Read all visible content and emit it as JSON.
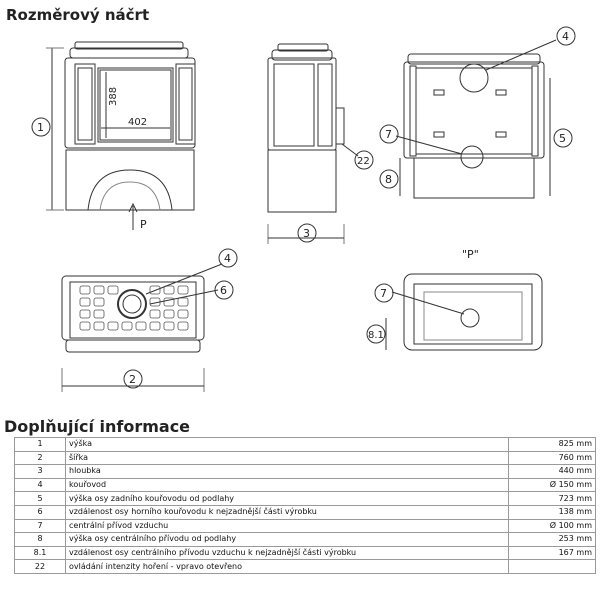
{
  "title": "Rozměrový náčrt",
  "subtitle": "Doplňující informace",
  "drawing": {
    "inner_height": "388",
    "inner_width": "402",
    "view_label_arrow": "P",
    "view_label_bottom": "\"P\"",
    "callouts": [
      "1",
      "2",
      "3",
      "4",
      "5",
      "6",
      "7",
      "8",
      "8.1",
      "22"
    ]
  },
  "rows": [
    {
      "num": "1",
      "label": "výška",
      "value": "825 mm"
    },
    {
      "num": "2",
      "label": "šířka",
      "value": "760 mm"
    },
    {
      "num": "3",
      "label": "hloubka",
      "value": "440 mm"
    },
    {
      "num": "4",
      "label": "kouřovod",
      "value": "Ø 150 mm"
    },
    {
      "num": "5",
      "label": "výška osy zadního kouřovodu od podlahy",
      "value": "723 mm"
    },
    {
      "num": "6",
      "label": "vzdálenost osy horního kouřovodu k nejzadnější části výrobku",
      "value": "138 mm"
    },
    {
      "num": "7",
      "label": "centrální přívod vzduchu",
      "value": "Ø 100 mm"
    },
    {
      "num": "8",
      "label": "výška osy centrálního přívodu od podlahy",
      "value": "253 mm"
    },
    {
      "num": "8.1",
      "label": "vzdálenost osy centrálního přívodu vzduchu k nejzadnější části výrobku",
      "value": "167 mm"
    },
    {
      "num": "22",
      "label": "ovládání intenzity hoření - vpravo otevřeno",
      "value": ""
    }
  ]
}
